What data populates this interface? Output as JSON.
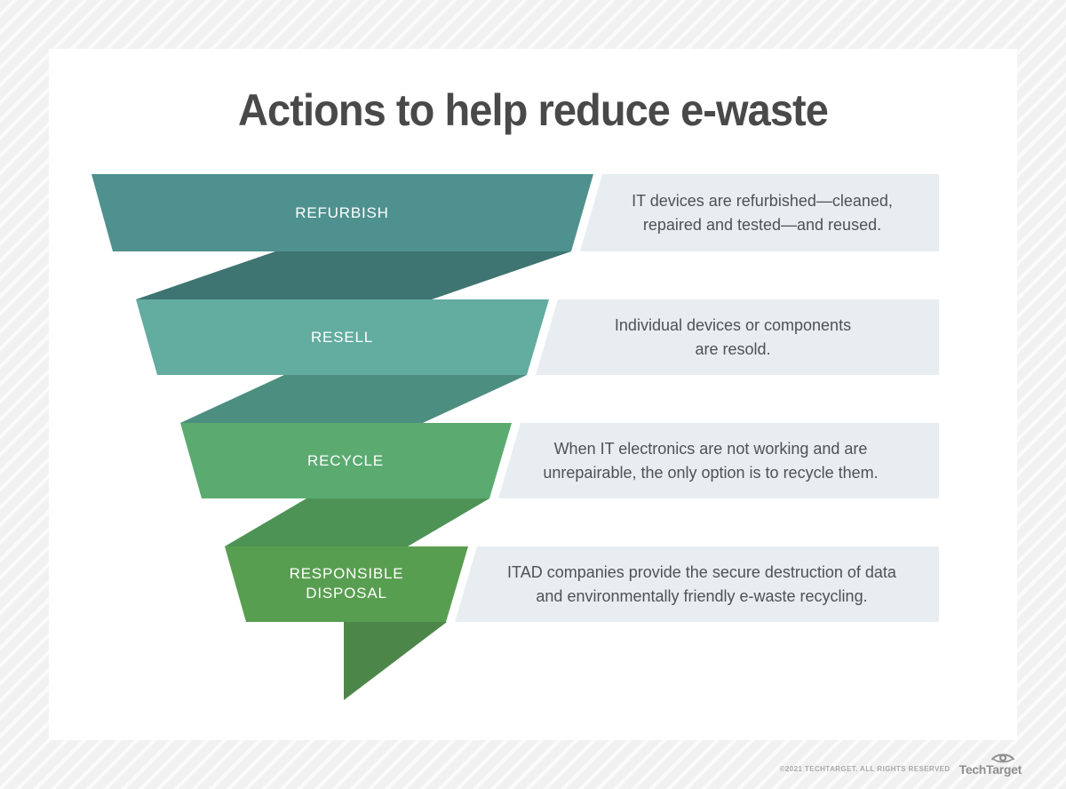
{
  "page": {
    "title": "Actions to help reduce e-waste"
  },
  "funnel": {
    "panel_color": "#E8EDF2",
    "stages": [
      {
        "label": "REFURBISH",
        "color": "#4E918E",
        "fold_color": "#3E7471",
        "desc": "IT devices are refurbished—cleaned,\nrepaired and tested—and reused."
      },
      {
        "label": "RESELL",
        "color": "#63ACA0",
        "fold_color": "#4C8E7F",
        "desc": "Individual devices or components\nare resold."
      },
      {
        "label": "RECYCLE",
        "color": "#5BAB71",
        "fold_color": "#4D9355",
        "desc": "When IT electronics are not working and are\nunrepairable, the only option is to recycle them."
      },
      {
        "label": "RESPONSIBLE\nDISPOSAL",
        "color": "#589E50",
        "spout_color": "#4C8749",
        "desc": "ITAD companies provide the secure destruction of data\nand environmentally friendly e-waste recycling."
      }
    ]
  },
  "footer": {
    "copyright": "©2021 TECHTARGET. ALL RIGHTS RESERVED",
    "brand": "TechTarget"
  }
}
